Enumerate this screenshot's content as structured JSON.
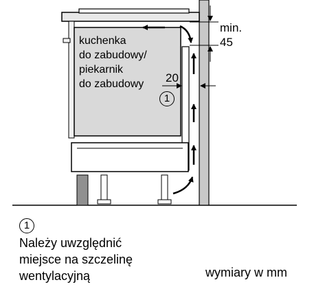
{
  "appliance_label": [
    "kuchenka",
    "do zabudowy/",
    "piekarnik",
    "do zabudowy"
  ],
  "dimensions": {
    "min_label": "min.",
    "min_value": "45",
    "gap_value": "20"
  },
  "callout_number": "1",
  "footnote": {
    "number": "1",
    "lines": [
      "Należy uwzględnić",
      "miejsce na szczelinę",
      "wentylacyjną"
    ]
  },
  "units_note": "wymiary w mm",
  "colors": {
    "appliance": "#d9d9d9",
    "wall": "#c8c8c8",
    "plinth": "#909090",
    "line": "#000000"
  },
  "icons": [
    "up-arrow-icon",
    "left-arrow-icon",
    "curved-arrow-icon",
    "dimension-arrow-icon"
  ]
}
